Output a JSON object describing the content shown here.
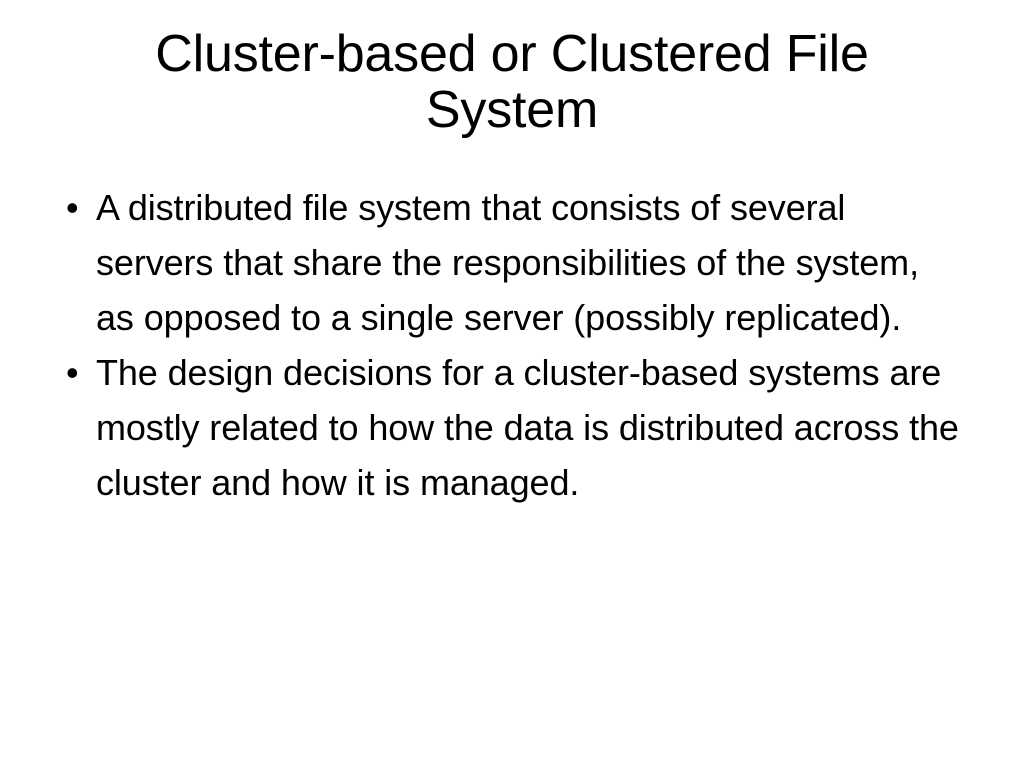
{
  "slide": {
    "title": "Cluster-based or Clustered File System",
    "title_lines": [
      "Cluster-based or Clustered File",
      "System"
    ],
    "background_color": "#ffffff",
    "text_color": "#000000",
    "bullet_glyph": "•",
    "bullets": [
      {
        "marker": "•",
        "text": "A distributed file system that consists of several servers that share the responsibilities of the system, as opposed to a single server (possibly replicated).",
        "lines": [
          "A distributed file system that consists of",
          "several servers that share the",
          "responsibilities of the system, as opposed",
          "to a single server (possibly replicated)."
        ]
      },
      {
        "marker": "•",
        "text": "The design decisions for a cluster-based systems are mostly related to how the data is distributed across the cluster and how it is managed.",
        "lines": [
          "The design decisions for a cluster-based",
          "systems are mostly related to how the",
          "data is distributed across the cluster and",
          "how it is managed."
        ]
      }
    ]
  }
}
